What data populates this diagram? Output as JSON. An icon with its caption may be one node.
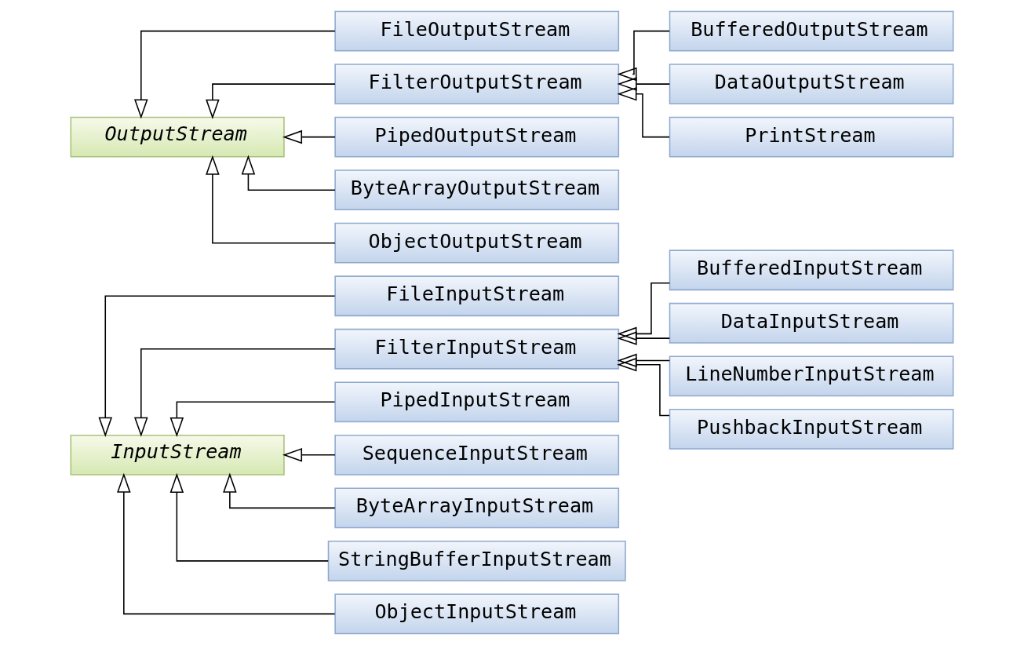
{
  "diagram": {
    "nodes": [
      {
        "text": [
          "InputStream"
        ]
      },
      {
        "text": [
          "FileInputStream"
        ]
      },
      {
        "text": [
          "FilterInputStream"
        ]
      },
      {
        "text": [
          "BufferedInputStream"
        ]
      },
      {
        "text": [
          "DataInputStream"
        ]
      },
      {
        "text": [
          "LineNumberInputStream"
        ]
      },
      {
        "text": [
          "PushbackInputStream"
        ]
      },
      {
        "text": [
          "PipedInputStream"
        ]
      },
      {
        "text": [
          "SequenceInputStream"
        ]
      },
      {
        "text": [
          "ByteArrayInputStream"
        ]
      },
      {
        "text": [
          "StringBufferInputStream"
        ]
      },
      {
        "text": [
          "ObjectInputStream"
        ]
      },
      {
        "text": [
          "OutputStream"
        ]
      },
      {
        "text": [
          "FileOutputStream"
        ]
      },
      {
        "text": [
          "FilterOutputStream"
        ]
      },
      {
        "text": [
          "BufferedOutputStream"
        ]
      },
      {
        "text": [
          "DataOutputStream"
        ]
      },
      {
        "text": [
          "PrintStream"
        ]
      },
      {
        "text": [
          "PipedOutputStream"
        ]
      },
      {
        "text": [
          "ByteArrayOutputStream"
        ]
      },
      {
        "text": [
          "ObjectOutputStream"
        ]
      }
    ],
    "edges": [
      {
        "from": 1,
        "to": 0,
        "arrow": "to"
      },
      {
        "from": 2,
        "to": 0,
        "arrow": "to"
      },
      {
        "from": 3,
        "to": 2,
        "arrow": "to"
      },
      {
        "from": 4,
        "to": 2,
        "arrow": "to"
      },
      {
        "from": 5,
        "to": 2,
        "arrow": "to"
      },
      {
        "from": 6,
        "to": 2,
        "arrow": "to"
      },
      {
        "from": 7,
        "to": 0,
        "arrow": "to"
      },
      {
        "from": 8,
        "to": 0,
        "arrow": "to"
      },
      {
        "from": 9,
        "to": 0,
        "arrow": "to"
      },
      {
        "from": 10,
        "to": 0,
        "arrow": "to"
      },
      {
        "from": 11,
        "to": 0,
        "arrow": "to"
      },
      {
        "from": 13,
        "to": 12,
        "arrow": "to"
      },
      {
        "from": 14,
        "to": 12,
        "arrow": "to"
      },
      {
        "from": 15,
        "to": 14,
        "arrow": "to"
      },
      {
        "from": 16,
        "to": 14,
        "arrow": "to"
      },
      {
        "from": 17,
        "to": 14,
        "arrow": "to"
      },
      {
        "from": 18,
        "to": 12,
        "arrow": "to"
      },
      {
        "from": 19,
        "to": 12,
        "arrow": "to"
      },
      {
        "from": 20,
        "to": 12,
        "arrow": "to"
      }
    ]
  }
}
